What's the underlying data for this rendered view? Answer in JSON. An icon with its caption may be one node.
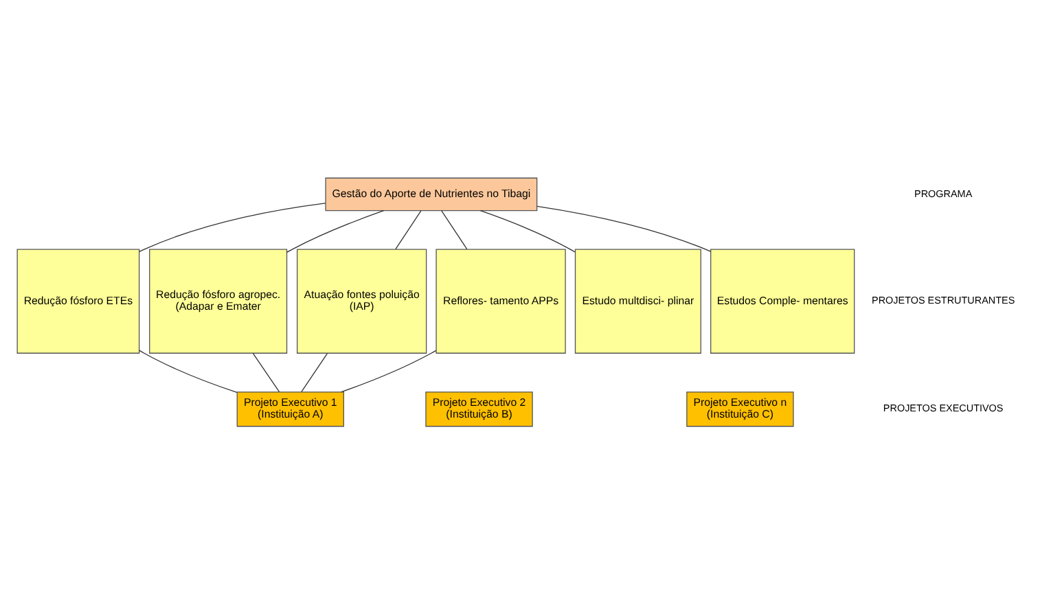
{
  "diagram": {
    "nodes": [
      {
        "text": [
          "Gestão do Aporte de Nutrientes no Tibagi"
        ]
      },
      {
        "text": [
          "Redução fósforo ETEs"
        ]
      },
      {
        "text": [
          "Redução fósforo agropec.",
          "(Adapar e Emater"
        ]
      },
      {
        "text": [
          "Atuação fontes poluição",
          "(IAP)"
        ]
      },
      {
        "text": [
          "Reflores- tamento APPs"
        ]
      },
      {
        "text": [
          "Estudo multdisci- plinar"
        ]
      },
      {
        "text": [
          "Estudos Comple- mentares"
        ]
      },
      {
        "text": [
          "Projeto Executivo 1",
          "(Instituição A)"
        ]
      },
      {
        "text": [
          "Projeto Executivo 2",
          "(Instituição B)"
        ]
      },
      {
        "text": [
          "Projeto Executivo n",
          "(Instituição C)"
        ]
      }
    ],
    "edges": [
      {
        "from": 0,
        "to": 1,
        "arrow": "none"
      },
      {
        "from": 0,
        "to": 2,
        "arrow": "none"
      },
      {
        "from": 0,
        "to": 3,
        "arrow": "none"
      },
      {
        "from": 0,
        "to": 4,
        "arrow": "none"
      },
      {
        "from": 0,
        "to": 5,
        "arrow": "none"
      },
      {
        "from": 0,
        "to": 6,
        "arrow": "none"
      },
      {
        "from": 1,
        "to": 7,
        "arrow": "none"
      },
      {
        "from": 2,
        "to": 7,
        "arrow": "none"
      },
      {
        "from": 3,
        "to": 7,
        "arrow": "none"
      },
      {
        "from": 4,
        "to": 7,
        "arrow": "none"
      }
    ],
    "labels": [
      "PROGRAMA",
      "PROJETOS ESTRUTURANTES",
      "PROJETOS EXECUTIVOS"
    ]
  }
}
